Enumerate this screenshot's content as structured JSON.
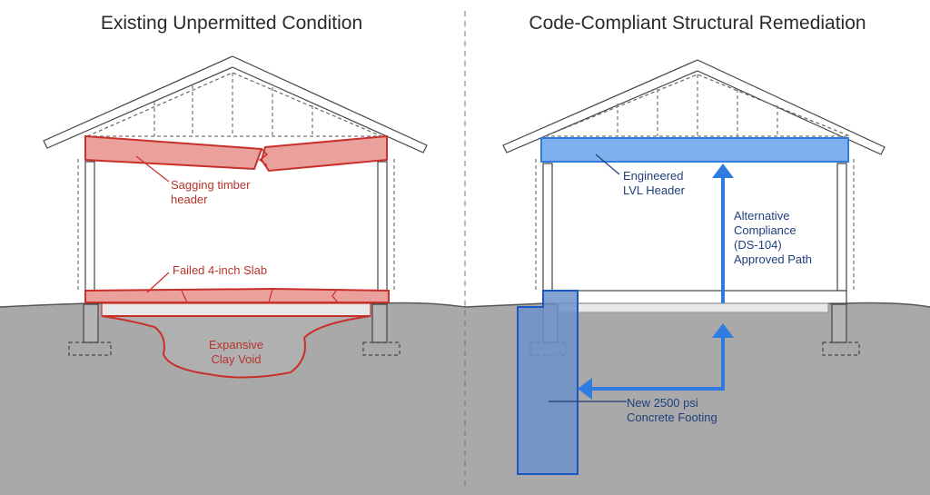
{
  "left_panel": {
    "title": "Existing Unpermitted Condition",
    "labels": {
      "header": [
        "Sagging timber",
        "header"
      ],
      "slab": "Failed 4-inch Slab",
      "void": [
        "Expansive",
        "Clay Void"
      ]
    }
  },
  "right_panel": {
    "title": "Code-Compliant Structural Remediation",
    "labels": {
      "header": [
        "Engineered",
        "LVL Header"
      ],
      "path": [
        "Alternative",
        "Compliance",
        "(DS-104)",
        "Approved Path"
      ],
      "footing": [
        "New 2500 psi",
        "Concrete Footing"
      ]
    }
  },
  "colors": {
    "failure_red": "#d9534f",
    "failure_red_fill": "#eaa19c",
    "remedy_blue": "#2f7be0",
    "remedy_blue_fill": "#7fa9e0",
    "ground": "#a9a9a9",
    "ground_line": "#555555",
    "line": "#444444"
  }
}
